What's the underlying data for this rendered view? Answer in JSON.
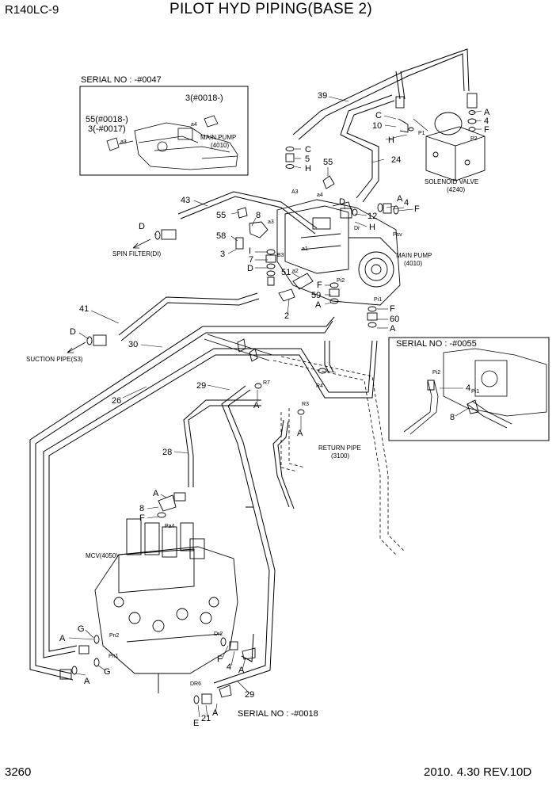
{
  "header": {
    "model": "R140LC-9",
    "title": "PILOT HYD PIPING(BASE 2)"
  },
  "footer": {
    "page": "3260",
    "date_rev": "2010. 4.30  REV.10D"
  },
  "serial_notes": {
    "box_top": "SERIAL NO : -#0047",
    "box_right": "SERIAL NO : -#0055",
    "bottom": "SERIAL NO : -#0018"
  },
  "inset_top": {
    "p3": "3(#0018-)",
    "p55": "55(#0018-)",
    "p3b": "3(-#0017)",
    "a4": "a4",
    "a3": "a3",
    "main_pump": "MAIN PUMP",
    "main_pump_code": "(4010)"
  },
  "inset_right": {
    "p4": "4",
    "p8": "8",
    "pi2": "Pi2",
    "pi1": "Pi1"
  },
  "components": {
    "solenoid_valve": "SOLENOID VALVE",
    "solenoid_valve_code": "(4240)",
    "main_pump": "MAIN PUMP",
    "main_pump_code": "(4010)",
    "spin_filter": "SPIN FILTER(DI)",
    "suction_pipe": "SUCTION PIPE(S3)",
    "return_pipe": "RETURN PIPE",
    "return_pipe_code": "(3100)",
    "mcv": "MCV(4050)"
  },
  "callouts": [
    "39",
    "C",
    "10",
    "H",
    "A",
    "4",
    "F",
    "C",
    "5",
    "H",
    "24",
    "55",
    "D",
    "H",
    "A",
    "4",
    "F",
    "12",
    "43",
    "55",
    "8",
    "D",
    "58",
    "3",
    "I",
    "7",
    "D",
    "51",
    "F",
    "59",
    "A",
    "2",
    "F",
    "60",
    "A",
    "41",
    "D",
    "30",
    "26",
    "29",
    "A",
    "A",
    "R4",
    "28",
    "A",
    "8",
    "F",
    "A",
    "G",
    "A",
    "G",
    "F",
    "4",
    "A",
    "29",
    "E",
    "21",
    "A"
  ],
  "port_labels": [
    "P1",
    "P2",
    "a3",
    "a4",
    "A3",
    "Dr",
    "Psv",
    "a1",
    "a2",
    "B3",
    "Pi2",
    "Pi1",
    "R7",
    "R3",
    "Pa4",
    "Pn2",
    "Pn1",
    "Dr2",
    "DR6"
  ]
}
